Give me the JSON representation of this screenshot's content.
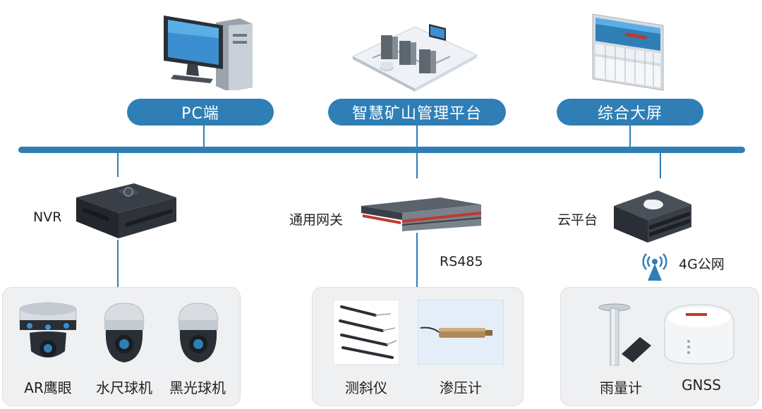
{
  "top_nodes": [
    {
      "id": "pc",
      "label": "PC端",
      "icon": "desktop-computer-icon"
    },
    {
      "id": "platform",
      "label": "智慧矿山管理平台",
      "icon": "server-platform-icon"
    },
    {
      "id": "screen",
      "label": "综合大屏",
      "icon": "video-wall-icon"
    }
  ],
  "middle_nodes": [
    {
      "id": "nvr",
      "label": "NVR",
      "icon": "nvr-device-icon"
    },
    {
      "id": "gateway",
      "label": "通用网关",
      "icon": "rack-gateway-icon"
    },
    {
      "id": "cloud",
      "label": "云平台",
      "icon": "cloud-server-icon"
    }
  ],
  "links": {
    "rs485": "RS485",
    "net_4g": "4G公网"
  },
  "groups": [
    {
      "id": "cameras",
      "items": [
        {
          "label": "AR鹰眼",
          "icon": "ar-eagle-camera-icon"
        },
        {
          "label": "水尺球机",
          "icon": "dome-camera-icon"
        },
        {
          "label": "黑光球机",
          "icon": "dome-camera-icon"
        }
      ]
    },
    {
      "id": "sensors",
      "items": [
        {
          "label": "测斜仪",
          "icon": "inclinometer-icon"
        },
        {
          "label": "渗压计",
          "icon": "piezometer-icon"
        }
      ]
    },
    {
      "id": "weather",
      "items": [
        {
          "label": "雨量计",
          "icon": "rain-gauge-icon"
        },
        {
          "label": "GNSS",
          "icon": "gnss-receiver-icon"
        }
      ]
    }
  ],
  "colors": {
    "accent": "#2f7fb6",
    "panel": "#eff0f2",
    "device_dark": "#2b2f36"
  }
}
